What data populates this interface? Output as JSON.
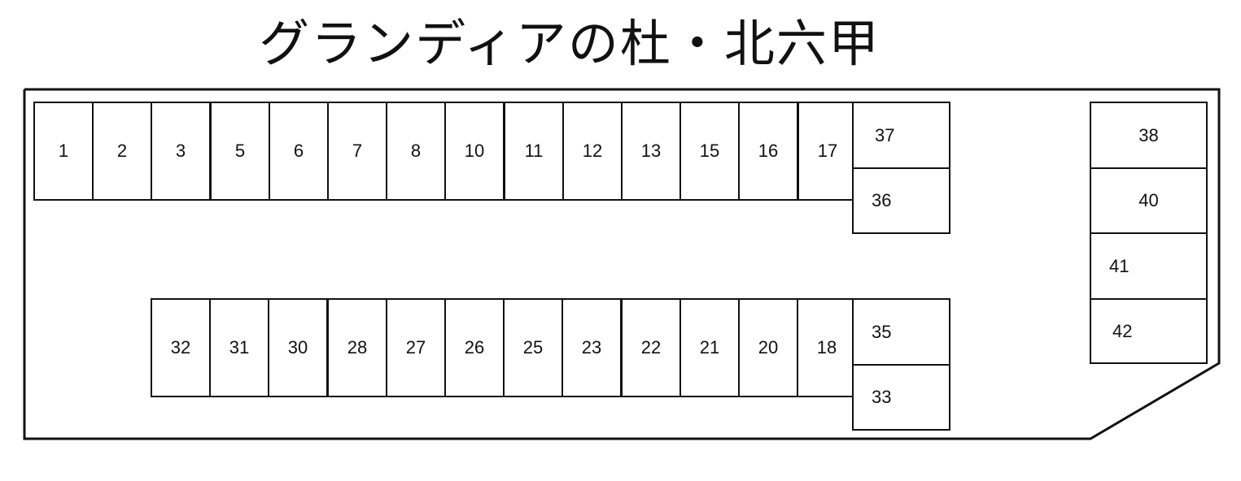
{
  "title": "グランディアの杜・北六甲",
  "top_row": [
    "1",
    "2",
    "3",
    "5",
    "6",
    "7",
    "8",
    "10",
    "11",
    "12",
    "13",
    "15",
    "16",
    "17"
  ],
  "top_right_stack": [
    "37",
    "36"
  ],
  "bottom_row": [
    "32",
    "31",
    "30",
    "28",
    "27",
    "26",
    "25",
    "23",
    "22",
    "21",
    "20",
    "18"
  ],
  "bottom_right_stack": [
    "35",
    "33"
  ],
  "right_column": [
    "38",
    "40",
    "41",
    "42"
  ],
  "colors": {
    "line": "#111111",
    "background": "#ffffff"
  }
}
